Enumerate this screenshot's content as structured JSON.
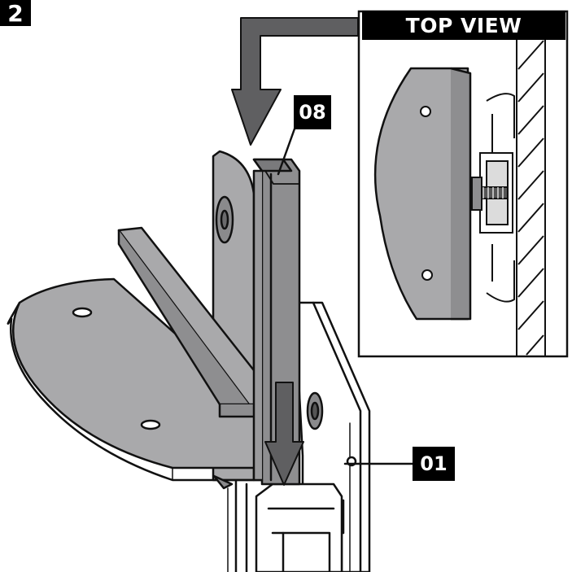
{
  "step": {
    "number": "2"
  },
  "callouts": {
    "part_08": "08",
    "part_01": "01"
  },
  "inset": {
    "title": "TOP VIEW"
  },
  "colors": {
    "ink": "#111111",
    "shelf": "#a9a9ab",
    "shelf_edge": "#8e8e90",
    "bracket_dark": "#77777a",
    "arrow": "#5f5f61",
    "frame_light": "#ffffff",
    "background": "#ffffff"
  },
  "icons": {
    "insertion_arrow": "arrow-down-icon",
    "slide_arrow": "arrow-down-icon",
    "wall_hatch": "hatching"
  }
}
